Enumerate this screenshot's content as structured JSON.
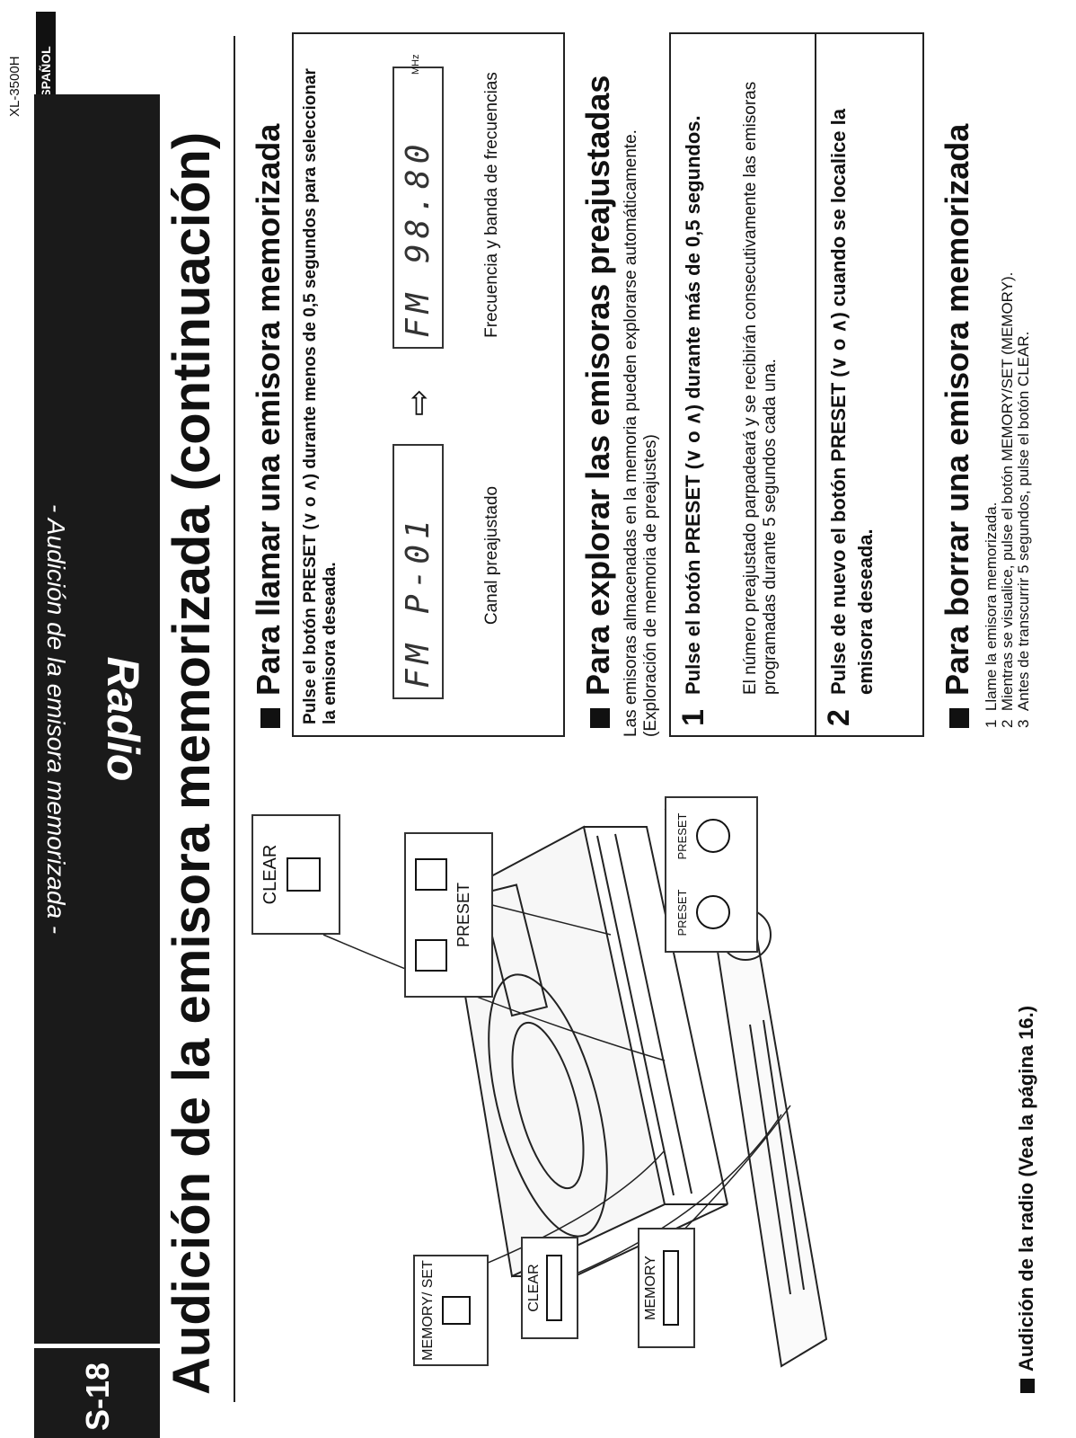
{
  "header": {
    "model": "XL-3500H",
    "language": "ESPAÑOL",
    "category": "Radio",
    "subtitle": "- Audición de la emisora memorizada -",
    "page_number": "S-18"
  },
  "title": "Audición de la emisora memorizada (continuación)",
  "illustration": {
    "clear_top": "CLEAR",
    "memory_set": "MEMORY/ SET",
    "preset_label": "PRESET",
    "clear_remote": "CLEAR",
    "memory_remote": "MEMORY",
    "preset_up": "PRESET",
    "preset_down": "PRESET"
  },
  "section_call": {
    "heading": "Para llamar una emisora memorizada",
    "instruction": "Pulse el botón PRESET (∨ o ∧) durante menos de 0,5 segundos para seleccionar la emisora deseada.",
    "display_left": "FM  P-01",
    "display_right": "FM  98.80",
    "display_unit": "MHz",
    "caption_left": "Canal preajustado",
    "caption_right": "Frecuencia y banda de frecuencias"
  },
  "section_scan": {
    "heading": "Para explorar las emisoras preajustadas",
    "intro": "Las emisoras almacenadas en la memoria pueden explorarse automáticamente. (Exploración de memoria de preajustes)",
    "steps": [
      {
        "num": "1",
        "title": "Pulse el botón PRESET (∨ o ∧) durante más de 0,5 segundos.",
        "body": "El número preajustado parpadeará y se recibirán consecutivamente las emisoras programadas durante 5 segundos cada una."
      },
      {
        "num": "2",
        "title": "Pulse de nuevo el botón PRESET (∨ o ∧) cuando se localice la emisora deseada.",
        "body": ""
      }
    ]
  },
  "section_erase": {
    "heading": "Para borrar una emisora memorizada",
    "items": [
      {
        "num": "1",
        "text": "Llame la emisora memorizada."
      },
      {
        "num": "2",
        "text": "Mientras se visualice, pulse el botón MEMORY/SET (MEMORY)."
      },
      {
        "num": "3",
        "text": "Antes de transcurrir 5 segundos, pulse el botón CLEAR."
      }
    ]
  },
  "footer_note": "Audición de la radio (Vea la página 16.)"
}
